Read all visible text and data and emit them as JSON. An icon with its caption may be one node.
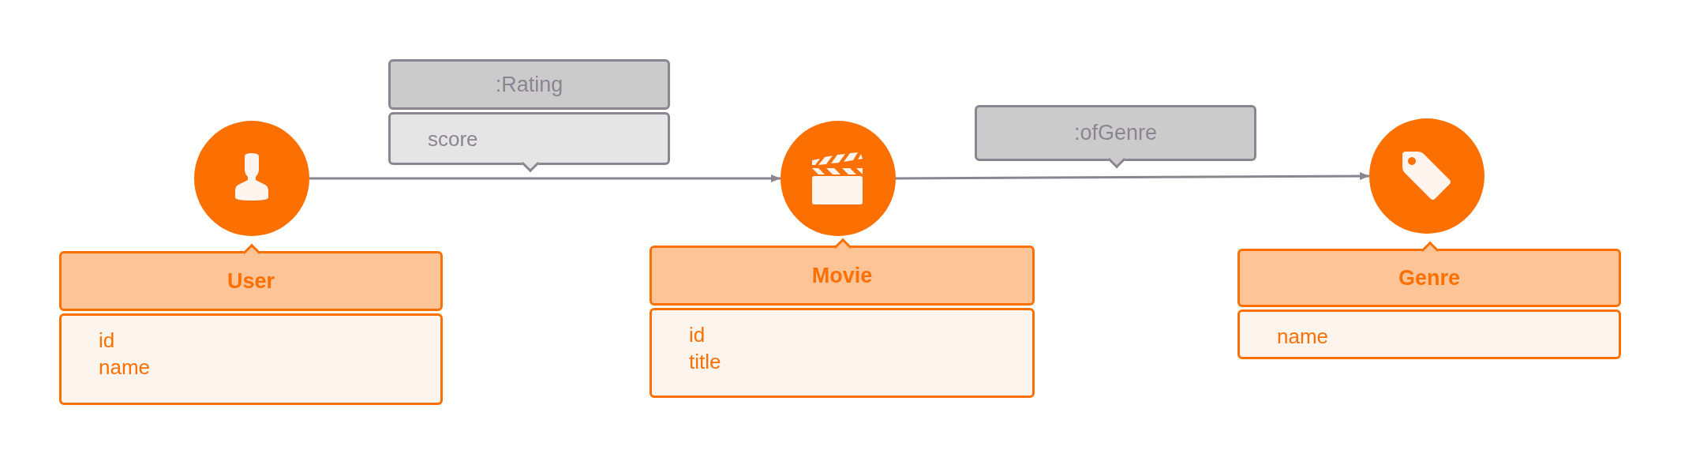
{
  "diagram": {
    "nodes": [
      {
        "text": [],
        "shape": "circle"
      },
      {
        "text": [
          "User",
          "id",
          "name"
        ]
      },
      {
        "text": [
          ":Rating",
          "score"
        ]
      },
      {
        "text": [],
        "shape": "circle"
      },
      {
        "text": [
          "Movie",
          "id",
          "title"
        ]
      },
      {
        "text": [
          ":ofGenre"
        ]
      },
      {
        "text": [],
        "shape": "circle"
      },
      {
        "text": [
          "Genre",
          "name"
        ]
      }
    ],
    "edges": [
      {
        "from": 0,
        "to": 3,
        "arrow": "to"
      },
      {
        "from": 3,
        "to": 6,
        "arrow": "to"
      }
    ]
  }
}
